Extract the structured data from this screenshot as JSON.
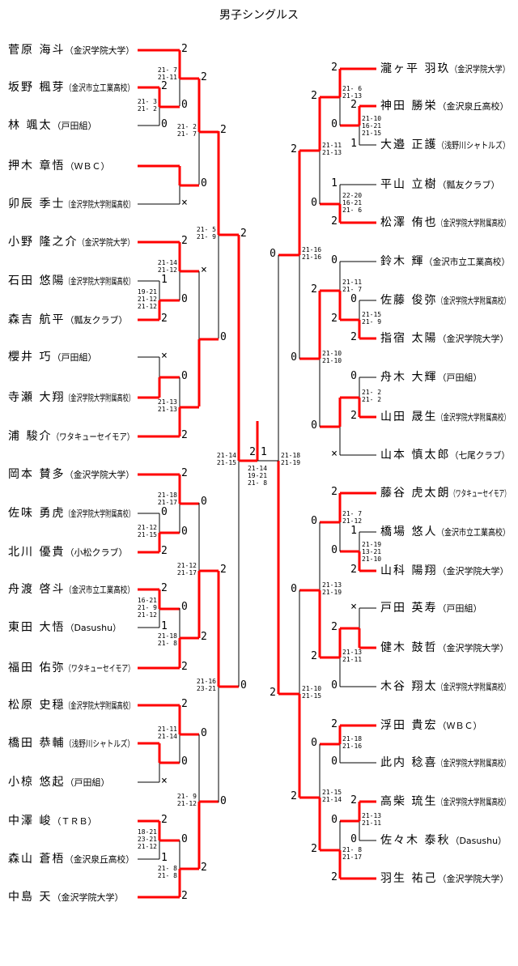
{
  "title": "男子シングルス",
  "left_players": [
    {
      "name": "菅原 海斗",
      "team": "（金沢学院大学）"
    },
    {
      "name": "坂野 楓芽",
      "team": "（金沢市立工業高校）"
    },
    {
      "name": "林 颯太",
      "team": "（戸田組）"
    },
    {
      "name": "押木 章悟",
      "team": "（ＷＢＣ）"
    },
    {
      "name": "卯辰 季士",
      "team": "（金沢学院大学附属高校）"
    },
    {
      "name": "小野 隆之介",
      "team": "（金沢学院大学）"
    },
    {
      "name": "石田 悠陽",
      "team": "（金沢学院大学附属高校）"
    },
    {
      "name": "森吉 航平",
      "team": "（瓢友クラブ）"
    },
    {
      "name": "櫻井 巧",
      "team": "（戸田組）"
    },
    {
      "name": "寺瀬 大翔",
      "team": "（金沢学院大学附属高校）"
    },
    {
      "name": "浦 駿介",
      "team": "（ワタキューセイモア）"
    },
    {
      "name": "岡本 賛多",
      "team": "（金沢学院大学）"
    },
    {
      "name": "佐味 勇虎",
      "team": "（金沢学院大学附属高校）"
    },
    {
      "name": "北川 優貴",
      "team": "（小松クラブ）"
    },
    {
      "name": "舟渡 啓斗",
      "team": "（金沢市立工業高校）"
    },
    {
      "name": "東田 大悟",
      "team": "（Dasushu）"
    },
    {
      "name": "福田 佑弥",
      "team": "（ワタキューセイモア）"
    },
    {
      "name": "松原 史穏",
      "team": "（金沢学院大学附属高校）"
    },
    {
      "name": "橋田 恭輔",
      "team": "（浅野川シャトルズ）"
    },
    {
      "name": "小椋 悠起",
      "team": "（戸田組）"
    },
    {
      "name": "中澤 峻",
      "team": "（ＴＲＢ）"
    },
    {
      "name": "森山 蒼梧",
      "team": "（金沢泉丘高校）"
    },
    {
      "name": "中島 天",
      "team": "（金沢学院大学）"
    }
  ],
  "right_players": [
    {
      "name": "瀧ヶ平 羽玖",
      "team": "（金沢学院大学）"
    },
    {
      "name": "神田 勝栄",
      "team": "（金沢泉丘高校）"
    },
    {
      "name": "大邉 正護",
      "team": "（浅野川シャトルズ）"
    },
    {
      "name": "平山 立樹",
      "team": "（瓢友クラブ）"
    },
    {
      "name": "松澤 侑也",
      "team": "（金沢学院大学附属高校）"
    },
    {
      "name": "鈴木 輝",
      "team": "（金沢市立工業高校）"
    },
    {
      "name": "佐藤 俊弥",
      "team": "（金沢学院大学附属高校）"
    },
    {
      "name": "指宿 太陽",
      "team": "（金沢学院大学）"
    },
    {
      "name": "舟木 大輝",
      "team": "（戸田組）"
    },
    {
      "name": "山田 晟生",
      "team": "（金沢学院大学附属高校）"
    },
    {
      "name": "山本 慎太郎",
      "team": "（七尾クラブ）"
    },
    {
      "name": "藤谷 虎太朗",
      "team": "（ワタキューセイモア）"
    },
    {
      "name": "橋場 悠人",
      "team": "（金沢市立工業高校）"
    },
    {
      "name": "山科 陽翔",
      "team": "（金沢学院大学）"
    },
    {
      "name": "戸田 英寿",
      "team": "（戸田組）"
    },
    {
      "name": "健木 鼓哲",
      "team": "（金沢学院大学）"
    },
    {
      "name": "木谷 翔太",
      "team": "（金沢学院大学附属高校）"
    },
    {
      "name": "浮田 貴宏",
      "team": "（ＷＢＣ）"
    },
    {
      "name": "此内 稔喜",
      "team": "（金沢学院大学附属高校）"
    },
    {
      "name": "高柴 琉生",
      "team": "（金沢学院大学附属高校）"
    },
    {
      "name": "佐々木 泰秋",
      "team": "（Dasushu）"
    },
    {
      "name": "羽生 祐己",
      "team": "（金沢学院大学）"
    }
  ],
  "matches": {
    "L1": {
      "scores": [
        "21- 3",
        "21- 2"
      ],
      "top": "2",
      "bottom": "0"
    },
    "L2": {
      "scores": [
        "21- 7",
        "21-11"
      ],
      "top": "2",
      "bottom": "0"
    },
    "L3": {
      "scores": [],
      "top": "",
      "bottom": "×"
    },
    "L4": {
      "scores": [
        "21- 2",
        "21- 7"
      ],
      "top": "2",
      "bottom": "0"
    },
    "L5": {
      "scores": [
        "19-21",
        "21-12",
        "21-12"
      ],
      "top": "1",
      "bottom": "2"
    },
    "L6": {
      "scores": [
        "21-14",
        "21-12"
      ],
      "top": "2",
      "bottom": "0"
    },
    "L7": {
      "scores": [],
      "top": "×",
      "bottom": ""
    },
    "L8": {
      "scores": [
        "21-13",
        "21-13"
      ],
      "top": "0",
      "bottom": "2"
    },
    "L9": {
      "scores": [],
      "top": "×",
      "bottom": ""
    },
    "L10": {
      "scores": [
        "21- 5",
        "21- 9"
      ],
      "top": "2",
      "bottom": "0"
    },
    "L11": {
      "scores": [
        "21-12",
        "21-15"
      ],
      "top": "0",
      "bottom": "2"
    },
    "L12": {
      "scores": [
        "21-18",
        "21-17"
      ],
      "top": "2",
      "bottom": "0"
    },
    "L13": {
      "scores": [
        "16-21",
        "21- 9",
        "21-12"
      ],
      "top": "2",
      "bottom": "1"
    },
    "L14": {
      "scores": [
        "21-18",
        "21- 8"
      ],
      "top": "0",
      "bottom": "2"
    },
    "L15": {
      "scores": [
        "21-12",
        "21-17"
      ],
      "top": "0",
      "bottom": "2"
    },
    "L16": {
      "scores": [],
      "top": "",
      "bottom": "×"
    },
    "L17": {
      "scores": [
        "21-11",
        "21-14"
      ],
      "top": "2",
      "bottom": "0"
    },
    "L18": {
      "scores": [
        "18-21",
        "23-21",
        "21-12"
      ],
      "top": "2",
      "bottom": "1"
    },
    "L19": {
      "scores": [
        "21- 8",
        "21- 8"
      ],
      "top": "0",
      "bottom": "2"
    },
    "L20": {
      "scores": [
        "21- 9",
        "21-12"
      ],
      "top": "0",
      "bottom": "2"
    },
    "L21": {
      "scores": [
        "21-16",
        "23-21"
      ],
      "top": "2",
      "bottom": "0"
    },
    "L22": {
      "scores": [
        "21-14",
        "21-15"
      ],
      "top": "2",
      "bottom": "0"
    },
    "R1": {
      "scores": [
        "21-10",
        "16-21",
        "21-15"
      ],
      "top": "2",
      "bottom": "1"
    },
    "R2": {
      "scores": [
        "21- 6",
        "21-13"
      ],
      "top": "2",
      "bottom": "0"
    },
    "R3": {
      "scores": [
        "22-20",
        "16-21",
        "21- 6"
      ],
      "top": "1",
      "bottom": "2"
    },
    "R4": {
      "scores": [
        "21-11",
        "21-13"
      ],
      "top": "2",
      "bottom": "0"
    },
    "R5": {
      "scores": [
        "21-15",
        "21- 9"
      ],
      "top": "0",
      "bottom": "2"
    },
    "R6": {
      "scores": [
        "21-11",
        "21- 7"
      ],
      "top": "0",
      "bottom": "2"
    },
    "R7": {
      "scores": [
        "21- 2",
        "21- 2"
      ],
      "top": "0",
      "bottom": "2"
    },
    "R8": {
      "scores": [],
      "top": "",
      "bottom": "×"
    },
    "R9": {
      "scores": [
        "21-10",
        "21-10"
      ],
      "top": "2",
      "bottom": "0"
    },
    "R10": {
      "scores": [
        "21-16",
        "21-16"
      ],
      "top": "2",
      "bottom": "0"
    },
    "R11": {
      "scores": [
        "21-19",
        "13-21",
        "21-10"
      ],
      "top": "1",
      "bottom": "2"
    },
    "R12": {
      "scores": [
        "21- 7",
        "21-12"
      ],
      "top": "2",
      "bottom": "0"
    },
    "R13": {
      "scores": [],
      "top": "×",
      "bottom": ""
    },
    "R14": {
      "scores": [
        "21-13",
        "21-11"
      ],
      "top": "2",
      "bottom": "0"
    },
    "R15": {
      "scores": [
        "21-13",
        "21-19"
      ],
      "top": "0",
      "bottom": "2"
    },
    "R16": {
      "scores": [
        "21-18",
        "21-16"
      ],
      "top": "2",
      "bottom": "0"
    },
    "R17": {
      "scores": [
        "21-13",
        "21-11"
      ],
      "top": "2",
      "bottom": "0"
    },
    "R18": {
      "scores": [
        "21- 8",
        "21-17"
      ],
      "top": "0",
      "bottom": "2"
    },
    "R19": {
      "scores": [
        "21-15",
        "21-14"
      ],
      "top": "0",
      "bottom": "2"
    },
    "R20": {
      "scores": [
        "21-10",
        "21-15"
      ],
      "top": "0",
      "bottom": "2"
    },
    "R21": {
      "scores": [
        "21-18",
        "21-19"
      ],
      "top": "0",
      "bottom": "2"
    }
  },
  "final": {
    "left": "2",
    "right": "1",
    "scores": [
      "21-14",
      "19-21",
      "21- 8"
    ]
  },
  "colors": {
    "win": "#ff0000",
    "line": "#000000"
  }
}
